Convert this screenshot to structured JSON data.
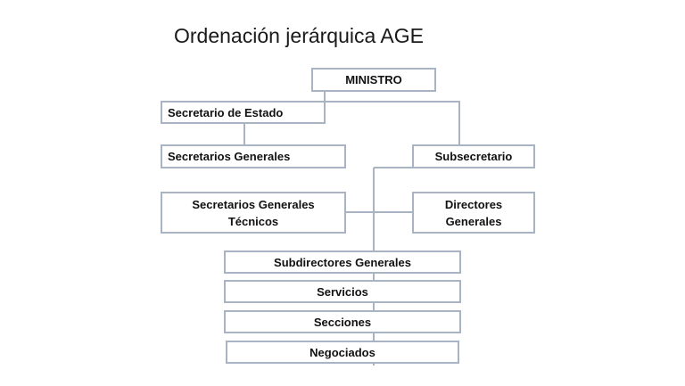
{
  "diagram": {
    "title": "Ordenación jerárquica AGE",
    "nodes": {
      "ministro": "MINISTRO",
      "secretario_estado": "Secretario de Estado",
      "secretarios_generales": "Secretarios Generales",
      "subsecretario": "Subsecretario",
      "secretarios_generales_tecnicos": "Secretarios Generales\n    Técnicos",
      "directores_generales": "Directores\n  Generales",
      "subdirectores_generales": "Subdirectores Generales",
      "servicios": "Servicios",
      "secciones": "Secciones",
      "negociados": "Negociados"
    }
  }
}
